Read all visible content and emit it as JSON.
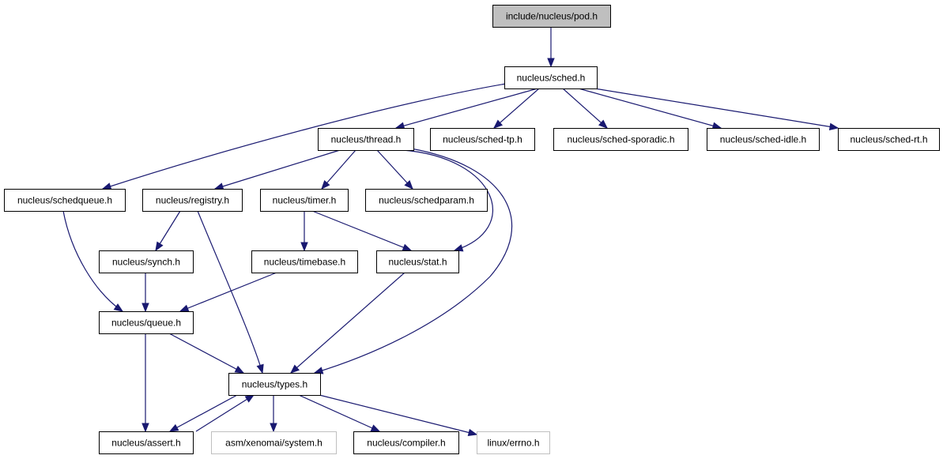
{
  "colors": {
    "edge": "#191970",
    "root_fill": "#bfbfbf",
    "node_border": "#000000",
    "external_border": "#bfbfbf"
  },
  "graph": {
    "nodes": [
      {
        "id": "pod",
        "label": "include/nucleus/pod.h",
        "kind": "root"
      },
      {
        "id": "sched",
        "label": "nucleus/sched.h",
        "kind": "normal"
      },
      {
        "id": "thread",
        "label": "nucleus/thread.h",
        "kind": "normal"
      },
      {
        "id": "schedtp",
        "label": "nucleus/sched-tp.h",
        "kind": "normal"
      },
      {
        "id": "schedsporadic",
        "label": "nucleus/sched-sporadic.h",
        "kind": "normal"
      },
      {
        "id": "schedidle",
        "label": "nucleus/sched-idle.h",
        "kind": "normal"
      },
      {
        "id": "schedrt",
        "label": "nucleus/sched-rt.h",
        "kind": "normal"
      },
      {
        "id": "schedqueue",
        "label": "nucleus/schedqueue.h",
        "kind": "normal"
      },
      {
        "id": "registry",
        "label": "nucleus/registry.h",
        "kind": "normal"
      },
      {
        "id": "timer",
        "label": "nucleus/timer.h",
        "kind": "normal"
      },
      {
        "id": "schedparam",
        "label": "nucleus/schedparam.h",
        "kind": "normal"
      },
      {
        "id": "synch",
        "label": "nucleus/synch.h",
        "kind": "normal"
      },
      {
        "id": "timebase",
        "label": "nucleus/timebase.h",
        "kind": "normal"
      },
      {
        "id": "stat",
        "label": "nucleus/stat.h",
        "kind": "normal"
      },
      {
        "id": "queue",
        "label": "nucleus/queue.h",
        "kind": "normal"
      },
      {
        "id": "types",
        "label": "nucleus/types.h",
        "kind": "normal"
      },
      {
        "id": "assert",
        "label": "nucleus/assert.h",
        "kind": "normal"
      },
      {
        "id": "system",
        "label": "asm/xenomai/system.h",
        "kind": "external"
      },
      {
        "id": "compiler",
        "label": "nucleus/compiler.h",
        "kind": "normal"
      },
      {
        "id": "errno",
        "label": "linux/errno.h",
        "kind": "external"
      }
    ],
    "edges": [
      {
        "from": "pod",
        "to": "sched"
      },
      {
        "from": "sched",
        "to": "thread"
      },
      {
        "from": "sched",
        "to": "schedtp"
      },
      {
        "from": "sched",
        "to": "schedsporadic"
      },
      {
        "from": "sched",
        "to": "schedidle"
      },
      {
        "from": "sched",
        "to": "schedrt"
      },
      {
        "from": "sched",
        "to": "schedqueue"
      },
      {
        "from": "thread",
        "to": "registry"
      },
      {
        "from": "thread",
        "to": "timer"
      },
      {
        "from": "thread",
        "to": "schedparam"
      },
      {
        "from": "thread",
        "to": "stat"
      },
      {
        "from": "thread",
        "to": "types"
      },
      {
        "from": "schedqueue",
        "to": "queue"
      },
      {
        "from": "registry",
        "to": "synch"
      },
      {
        "from": "registry",
        "to": "types"
      },
      {
        "from": "timer",
        "to": "timebase"
      },
      {
        "from": "timer",
        "to": "stat"
      },
      {
        "from": "synch",
        "to": "queue"
      },
      {
        "from": "timebase",
        "to": "queue"
      },
      {
        "from": "stat",
        "to": "types"
      },
      {
        "from": "queue",
        "to": "types"
      },
      {
        "from": "queue",
        "to": "assert"
      },
      {
        "from": "types",
        "to": "assert"
      },
      {
        "from": "assert",
        "to": "types"
      },
      {
        "from": "types",
        "to": "system"
      },
      {
        "from": "types",
        "to": "compiler"
      },
      {
        "from": "types",
        "to": "errno"
      }
    ]
  }
}
